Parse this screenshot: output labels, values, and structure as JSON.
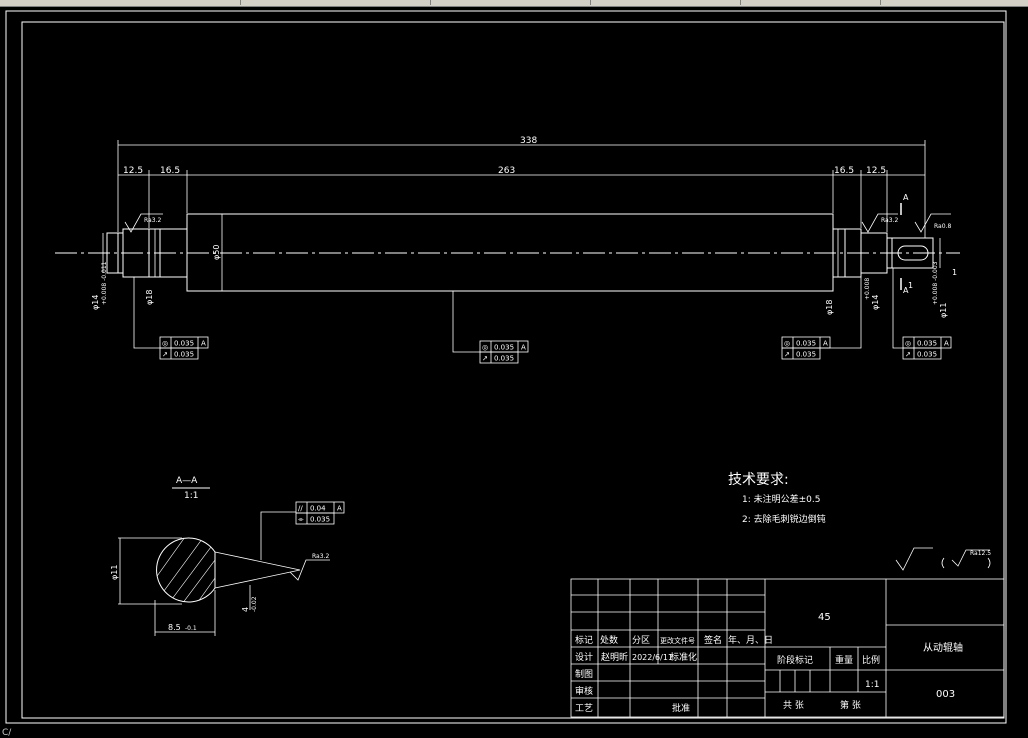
{
  "drawing": {
    "overall_length": "338",
    "dims_top": {
      "left_end": "12.5",
      "left_step": "16.5",
      "center": "263",
      "right_step": "16.5",
      "right_end": "12.5"
    },
    "body_diameter": "φ50",
    "left_journal_dia": "φ18",
    "right_journal_dia": "φ18",
    "left_end_dia": "φ14",
    "left_end_tol": "+0.008\n-0.011",
    "right_end_dia": "φ11",
    "right_end_tol": "+0.008\n-0.003",
    "right_mid_dia": "φ14",
    "right_mid_tol": "+0.008",
    "roughness_left": "Ra3.2",
    "roughness_right": "Ra3.2",
    "roughness_end": "Ra0.8",
    "section_marker": "A",
    "small_dim": "1",
    "small_dim_b": "1",
    "gdt": {
      "left": [
        {
          "sym": "◎",
          "val": "0.035",
          "ref": "A"
        },
        {
          "sym": "↗",
          "val": "0.035",
          "ref": ""
        }
      ],
      "center": [
        {
          "sym": "◎",
          "val": "0.035",
          "ref": "A"
        },
        {
          "sym": "↗",
          "val": "0.035",
          "ref": ""
        }
      ],
      "right": [
        {
          "sym": "◎",
          "val": "0.035",
          "ref": "A"
        },
        {
          "sym": "↗",
          "val": "0.035",
          "ref": ""
        }
      ],
      "end": [
        {
          "sym": "◎",
          "val": "0.035",
          "ref": "A"
        },
        {
          "sym": "↗",
          "val": "0.035",
          "ref": ""
        }
      ],
      "section": [
        {
          "sym": "//",
          "val": "0.04",
          "ref": "A"
        },
        {
          "sym": "⌯",
          "val": "0.035",
          "ref": ""
        }
      ]
    }
  },
  "section_view": {
    "label": "A—A",
    "scale": "1:1",
    "dia": "φ11",
    "width_dim": "8.5",
    "width_tol": "-0.1",
    "depth_dim": "4",
    "depth_tol": "-0.02",
    "roughness": "Ra3.2"
  },
  "tech": {
    "title": "技术要求:",
    "items": [
      "1:  未注明公差±0.5",
      "2:  去除毛刺锐边倒钝"
    ]
  },
  "roughness_symbol": {
    "value": "Ra12.5"
  },
  "title_block": {
    "material": "45",
    "part_name": "从动辊轴",
    "drawing_no": "003",
    "scale": "1:1",
    "header_row": [
      "标记",
      "处数",
      "分区",
      "更改文件号",
      "签名",
      "年、月、日"
    ],
    "design_label": "设计",
    "designer": "赵明昕",
    "design_date": "2022/6/11",
    "standardize": "标准化",
    "draw_label": "制图",
    "check_label": "审核",
    "process_label": "工艺",
    "approve_label": "批准",
    "stage_label": "阶段标记",
    "weight_label": "重量",
    "scale_label": "比例",
    "sheets_total": "共  张",
    "sheet_no": "第  张"
  },
  "status": {
    "fragment": "C/"
  }
}
